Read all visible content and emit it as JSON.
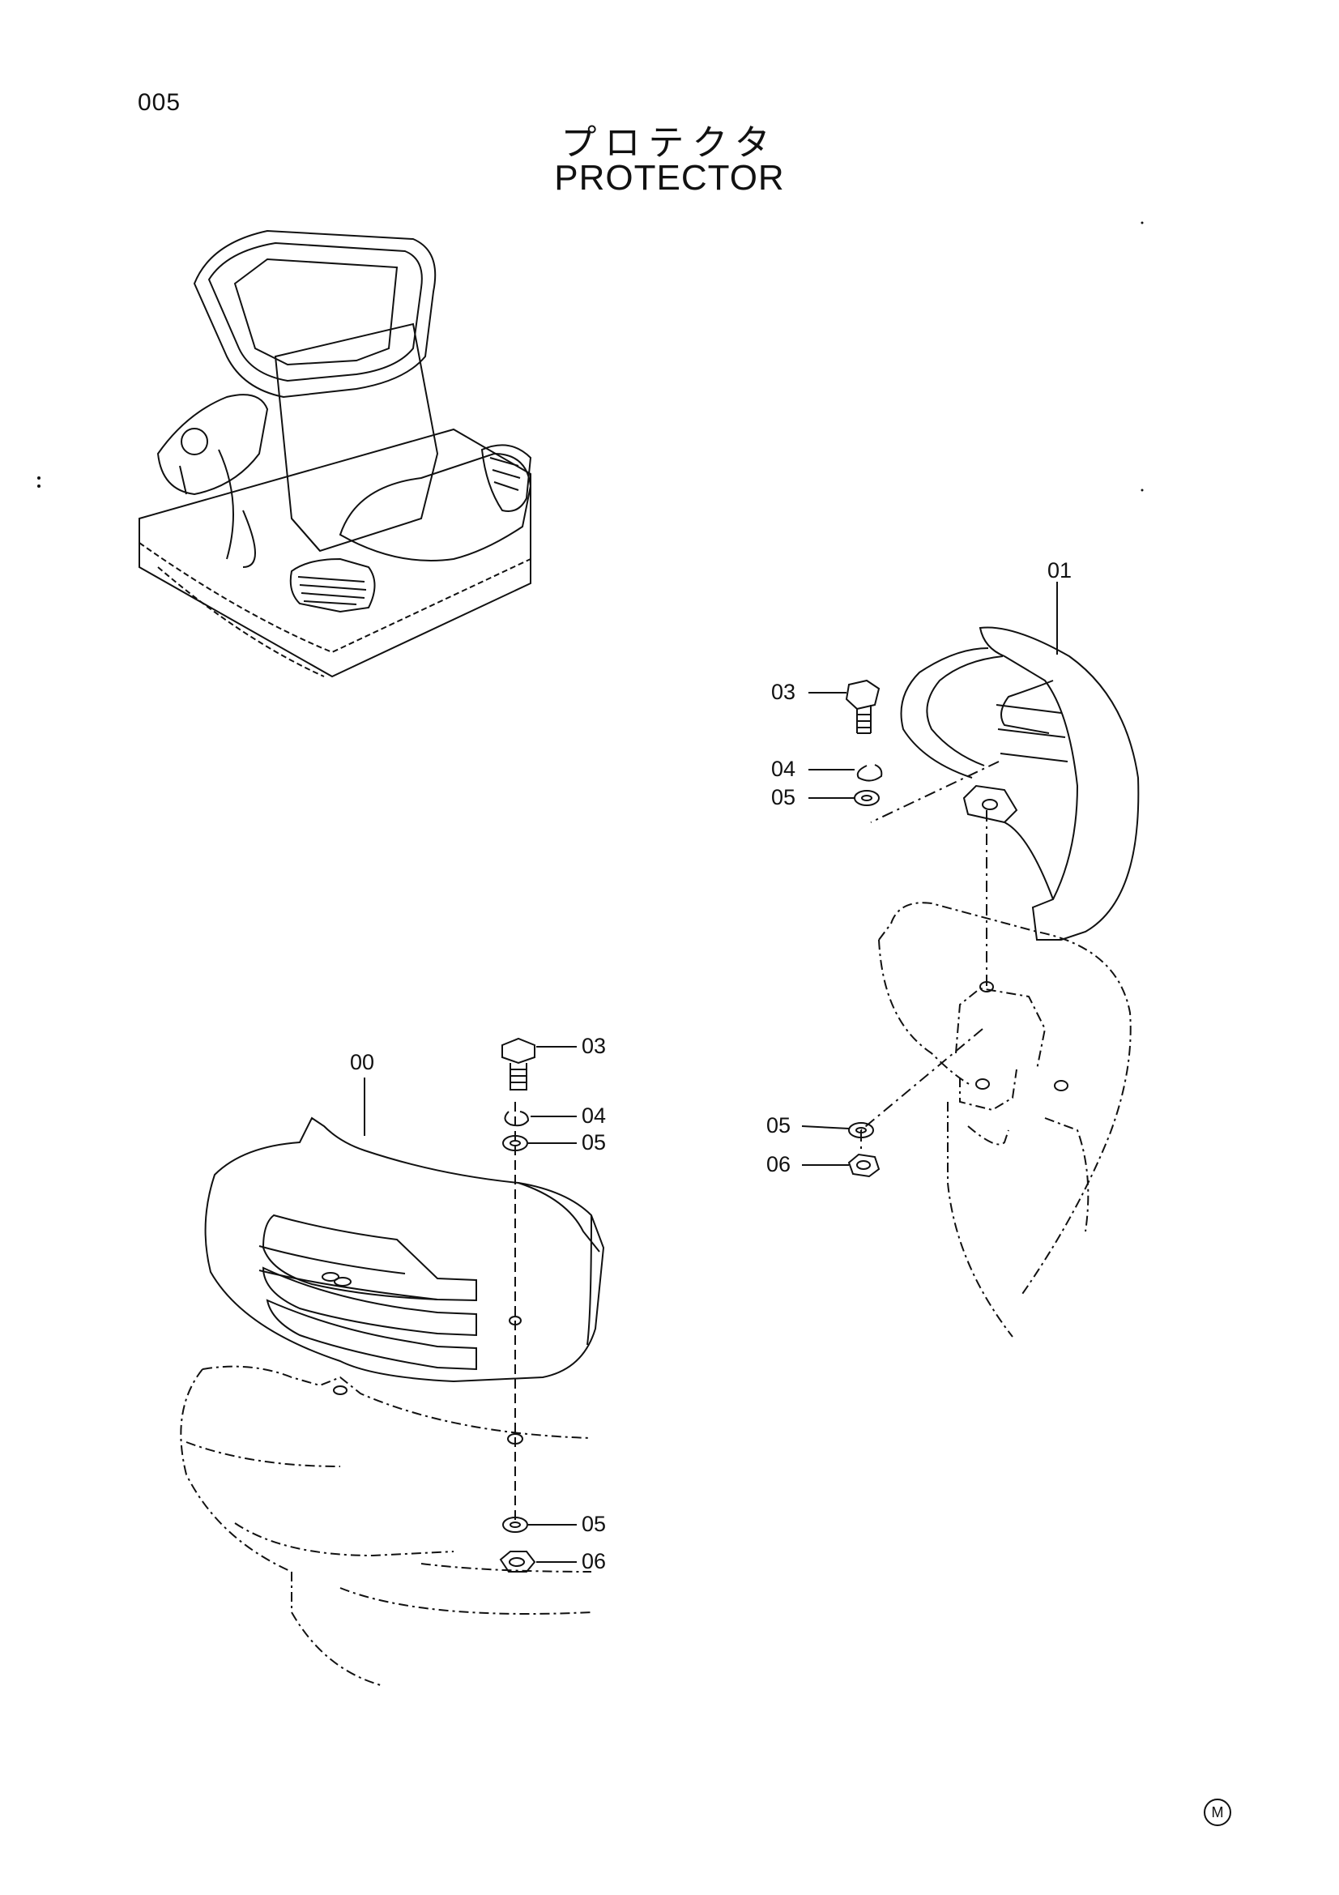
{
  "page": {
    "number": "005",
    "title_jp": "プロテクタ",
    "title_en": "PROTECTOR",
    "mark": "M"
  },
  "callouts": {
    "top_right": {
      "part_01": "01",
      "part_03": "03",
      "part_04": "04",
      "part_05a": "05",
      "part_05b": "05",
      "part_06": "06"
    },
    "bottom_left": {
      "part_00": "00",
      "part_03": "03",
      "part_04": "04",
      "part_05a": "05",
      "part_05b": "05",
      "part_06": "06"
    }
  },
  "colors": {
    "line": "#111111",
    "background": "#ffffff"
  }
}
